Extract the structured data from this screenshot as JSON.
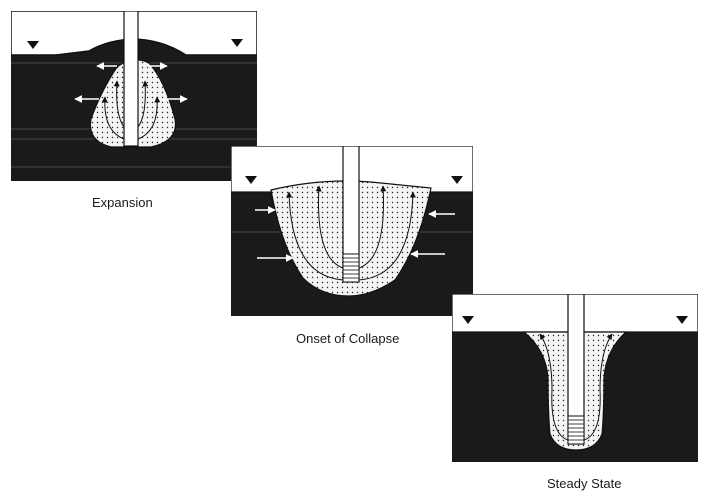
{
  "captions": {
    "expansion": "Expansion",
    "onset_of_collapse": "Onset of Collapse",
    "steady_state": "Steady State"
  },
  "colors": {
    "ground": "#1a1a1a",
    "air": "#ffffff",
    "plume_fill": "#f4f4f4",
    "stroke": "#111111"
  }
}
